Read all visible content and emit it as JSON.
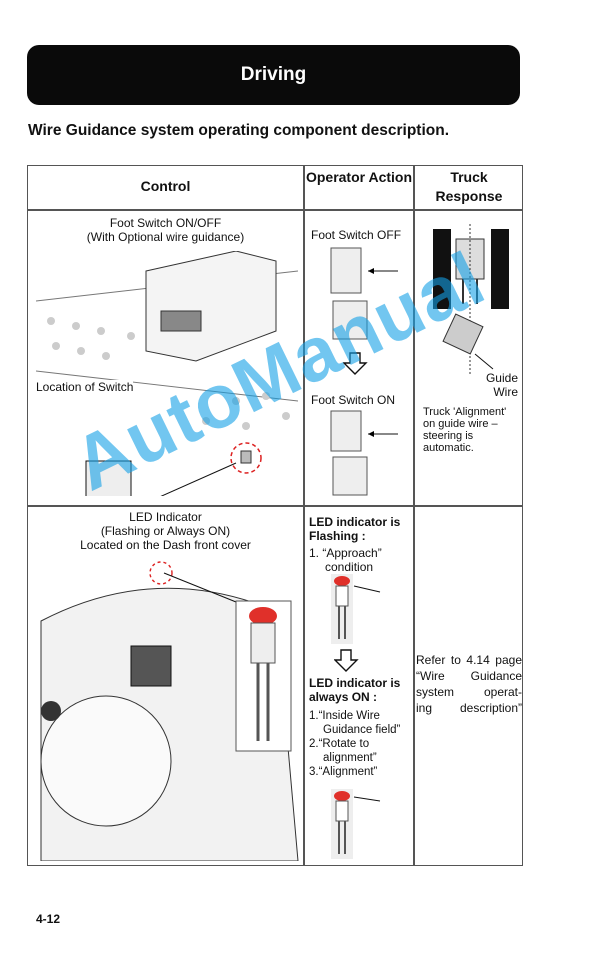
{
  "banner": "Driving",
  "subtitle": "Wire Guidance system operating component description.",
  "headers": {
    "control": "Control",
    "operator_action": "Operator Action",
    "truck_response": "Truck Response"
  },
  "row1": {
    "control_title_1": "Foot Switch ON/OFF",
    "control_title_2": "(With Optional wire guidance)",
    "location_label": "Location of Switch",
    "action_off": "Foot Switch OFF",
    "action_on": "Foot Switch ON",
    "guide_wire_1": "Guide",
    "guide_wire_2": "Wire",
    "response_1": "Truck 'Alignment'",
    "response_2": "on guide wire –",
    "response_3": "steering is",
    "response_4": "automatic."
  },
  "row2": {
    "control_title_1": "LED Indicator",
    "control_title_2": "(Flashing or Always ON)",
    "control_title_3": "Located on the Dash front cover",
    "flashing_1": "LED indicator is",
    "flashing_2": "Flashing :",
    "approach_1": "1. “Approach”",
    "approach_2": "condition",
    "on_1": "LED indicator is",
    "on_2": "always ON :",
    "item1_1": "1.“Inside Wire",
    "item1_2": "Guidance field”",
    "item2_1": "2.“Rotate to",
    "item2_2": "alignment”",
    "item3": "3.“Alignment”",
    "response_1": "Refer to 4.14 page",
    "response_2": "“Wire Guidance",
    "response_3": "system operat-",
    "response_4": "ing description”"
  },
  "watermark": "AutoManual",
  "page_number": "4-12",
  "colors": {
    "led_red": "#e0302a",
    "watermark": "#14a0e6"
  }
}
